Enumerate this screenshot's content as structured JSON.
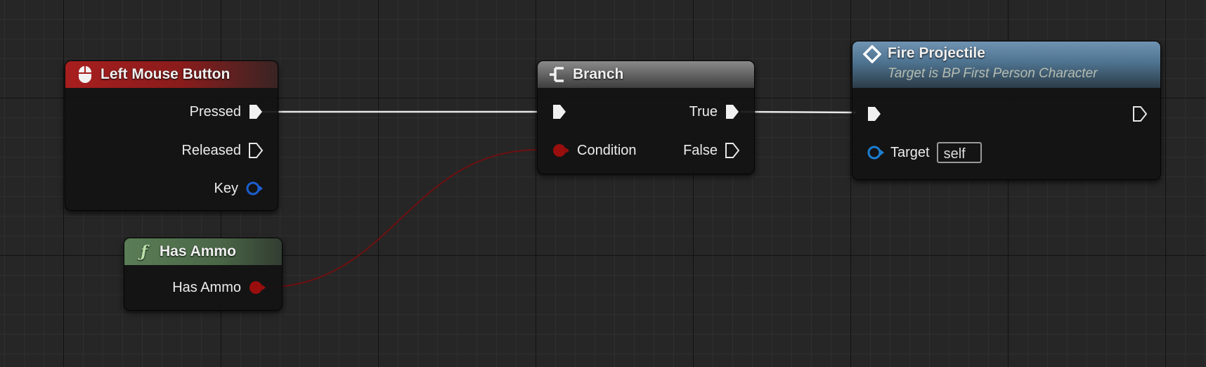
{
  "nodes": {
    "lmb": {
      "title": "Left Mouse Button",
      "icon": "mouse-icon",
      "header_color": "#a81e1e",
      "pins": {
        "pressed": "Pressed",
        "released": "Released",
        "key": "Key"
      }
    },
    "has_ammo": {
      "title": "Has Ammo",
      "icon": "function-icon",
      "header_color": "#4f6e4b",
      "pins": {
        "output": "Has Ammo"
      }
    },
    "branch": {
      "title": "Branch",
      "icon": "branch-icon",
      "header_color": "#6a6a6a",
      "pins": {
        "condition": "Condition",
        "true": "True",
        "false": "False"
      }
    },
    "fire": {
      "title": "Fire Projectile",
      "subtitle": "Target is BP First Person Character",
      "icon": "diamond-icon",
      "header_color": "#4e7390",
      "pins": {
        "target": "Target",
        "target_value": "self"
      }
    }
  },
  "colors": {
    "exec_wire": "#e8e8e8",
    "bool_wire": "#6e1010",
    "bool_pin": "#9a0e0e",
    "object_pin": "#1c7fd0",
    "key_pin": "#1c5fd0"
  }
}
